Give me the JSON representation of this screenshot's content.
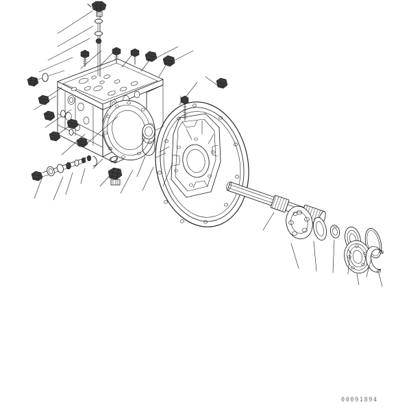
{
  "document": {
    "kind": "exploded-parts-diagram",
    "subject": "Hydraulic pump drive / flywheel housing assembly",
    "background_color": "#ffffff",
    "line_color": "#1a1a1a",
    "part_number": "00091894",
    "part_number_color": "#6a6a6a"
  },
  "assemblies": {
    "pump_housing": {
      "name": "Pump housing block",
      "description": "Isometric cast pump body with top cover plate and circular mounting flange"
    },
    "flywheel_housing": {
      "name": "Flywheel housing ring",
      "description": "Large circular housing ring with bolt holes and inner bearing carrier"
    },
    "drive_shaft": {
      "name": "Splined drive shaft",
      "description": "Stepped shaft with splined ends"
    },
    "bearing_stack": {
      "name": "Bearing and seal stack",
      "description": "Exploded coupling, washers, rings, seal, ball bearing and snap ring"
    }
  },
  "components": [
    {
      "id": "c01",
      "label": "plug-fitting",
      "type": "fitting"
    },
    {
      "id": "c02",
      "label": "o-ring-upper",
      "type": "o-ring"
    },
    {
      "id": "c03",
      "label": "o-ring-lower",
      "type": "o-ring"
    },
    {
      "id": "c04",
      "label": "rod-pin",
      "type": "pin"
    },
    {
      "id": "c05",
      "label": "hex-nut-a",
      "type": "nut"
    },
    {
      "id": "c06",
      "label": "hex-nut-b",
      "type": "nut"
    },
    {
      "id": "c07",
      "label": "hex-nut-c",
      "type": "nut"
    },
    {
      "id": "c08",
      "label": "hex-nut-d",
      "type": "nut"
    },
    {
      "id": "c09",
      "label": "hex-nut-e",
      "type": "nut"
    },
    {
      "id": "c10",
      "label": "hex-nut-f",
      "type": "nut"
    },
    {
      "id": "c11",
      "label": "hex-bolt-right",
      "type": "bolt"
    },
    {
      "id": "c12",
      "label": "hex-bolt-upper-right",
      "type": "bolt"
    },
    {
      "id": "c13",
      "label": "cap-screw",
      "type": "screw"
    },
    {
      "id": "c14",
      "label": "bushing-sleeve",
      "type": "bushing"
    },
    {
      "id": "c15",
      "label": "valve-spool",
      "type": "spool"
    },
    {
      "id": "c16",
      "label": "plug-nut",
      "type": "plug"
    },
    {
      "id": "c17",
      "label": "washer-small",
      "type": "washer"
    },
    {
      "id": "c18",
      "label": "flange-bolt-lower",
      "type": "bolt"
    },
    {
      "id": "c19",
      "label": "coupling-spline",
      "type": "coupling"
    },
    {
      "id": "c20",
      "label": "thrust-washer",
      "type": "washer"
    },
    {
      "id": "c21",
      "label": "spacer-ring",
      "type": "ring"
    },
    {
      "id": "c22",
      "label": "oil-seal",
      "type": "seal"
    },
    {
      "id": "c23",
      "label": "shim-ring",
      "type": "ring"
    },
    {
      "id": "c24",
      "label": "ball-bearing",
      "type": "bearing"
    },
    {
      "id": "c25",
      "label": "snap-ring",
      "type": "retaining-ring"
    }
  ]
}
